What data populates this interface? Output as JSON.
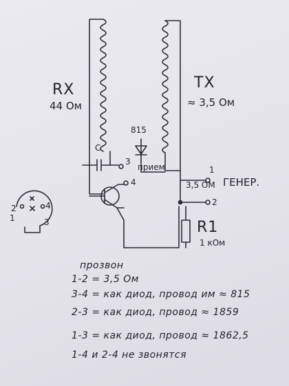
{
  "diagram": {
    "rx_label": "RX",
    "rx_value": "44 Ом",
    "tx_label": "TX",
    "tx_value": "≈ 3,5 Ом",
    "diode_label": "815",
    "cap_label": "C",
    "pin3": "3",
    "pin4": "4",
    "pin1": "1",
    "pin2": "2",
    "priem": "прием",
    "tap_value": "3,5 ОМ",
    "gener": "ГЕНЕР.",
    "r1_label": "R1",
    "r1_value": "1 кОм",
    "connector_pins": [
      "2",
      "1",
      "4",
      "3"
    ]
  },
  "notes": {
    "title": "прозвон",
    "lines": [
      "1-2 = 3,5 Ом",
      "3-4 = как диод, провод им ≈ 815",
      "2-3 = как диод, провод ≈ 1859",
      "1-3 = как диод, провод ≈ 1862,5",
      "1-4 и 2-4 не звонятся"
    ]
  }
}
